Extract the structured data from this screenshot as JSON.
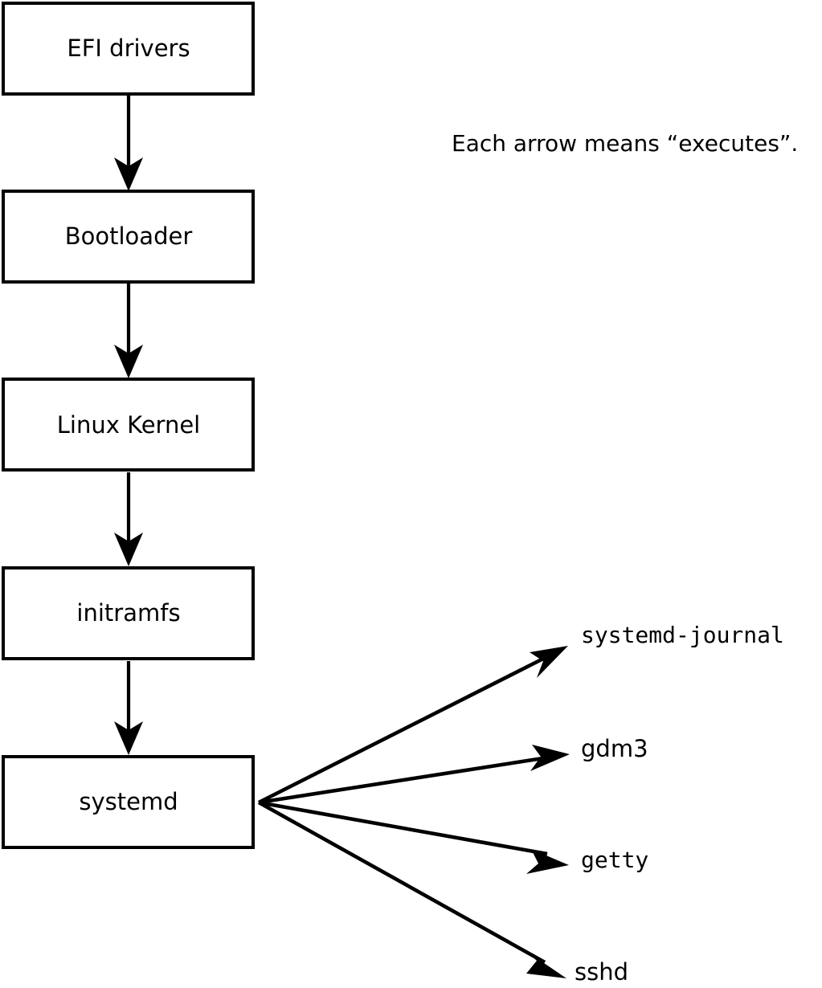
{
  "diagram": {
    "caption": "Each arrow means “executes”.",
    "chain_nodes": [
      {
        "id": "efi-drivers",
        "label": "EFI drivers"
      },
      {
        "id": "bootloader",
        "label": "Bootloader"
      },
      {
        "id": "linux-kernel",
        "label": "Linux Kernel"
      },
      {
        "id": "initramfs",
        "label": "initramfs"
      },
      {
        "id": "systemd",
        "label": "systemd"
      }
    ],
    "leaf_nodes": [
      {
        "id": "systemd-journal",
        "label": "systemd-journal"
      },
      {
        "id": "gdm3",
        "label": "gdm3"
      },
      {
        "id": "getty",
        "label": "getty"
      },
      {
        "id": "sshd",
        "label": "sshd"
      }
    ],
    "edges": [
      {
        "from": "EFI drivers",
        "to": "Bootloader",
        "relation": "executes"
      },
      {
        "from": "Bootloader",
        "to": "Linux Kernel",
        "relation": "executes"
      },
      {
        "from": "Linux Kernel",
        "to": "initramfs",
        "relation": "executes"
      },
      {
        "from": "initramfs",
        "to": "systemd",
        "relation": "executes"
      },
      {
        "from": "systemd",
        "to": "systemd-journal",
        "relation": "executes"
      },
      {
        "from": "systemd",
        "to": "gdm3",
        "relation": "executes"
      },
      {
        "from": "systemd",
        "to": "getty",
        "relation": "executes"
      },
      {
        "from": "systemd",
        "to": "sshd",
        "relation": "executes"
      }
    ],
    "colors": {
      "background": "#ffffff",
      "stroke": "#000000",
      "node_fill": "#ffffff",
      "text": "#000000"
    }
  }
}
